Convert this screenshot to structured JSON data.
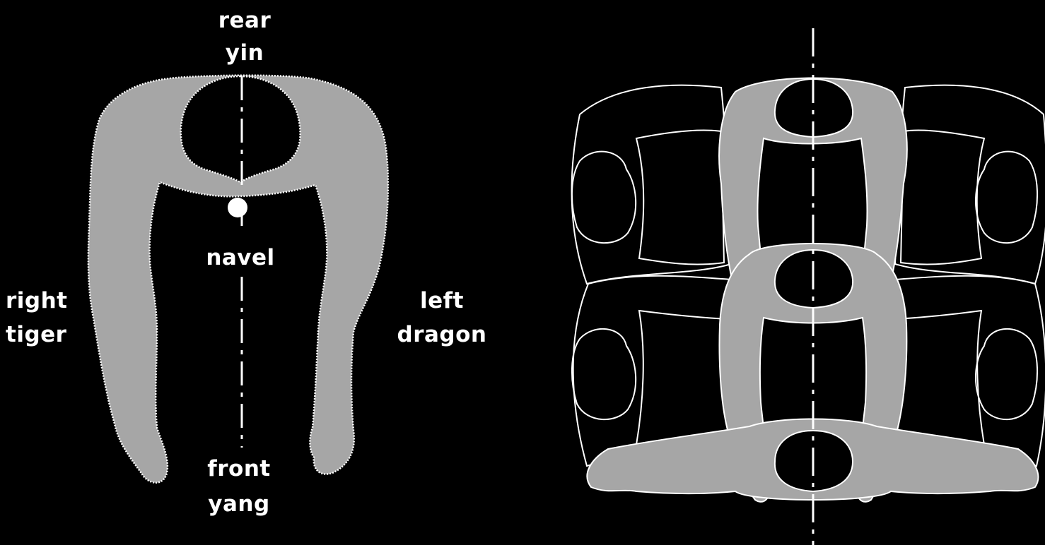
{
  "colors": {
    "background": "#000000",
    "figure_fill": "#a6a6a6",
    "outline": "#ffffff",
    "axis": "#ffffff"
  },
  "single_figure": {
    "top_label_1": "rear",
    "top_label_2": "yin",
    "center_label": "navel",
    "bottom_label_1": "front",
    "bottom_label_2": "yang",
    "side_left_label_1": "right",
    "side_left_label_2": "tiger",
    "side_right_label_1": "left",
    "side_right_label_2": "dragon"
  },
  "arrangement": {
    "figures": 4
  }
}
